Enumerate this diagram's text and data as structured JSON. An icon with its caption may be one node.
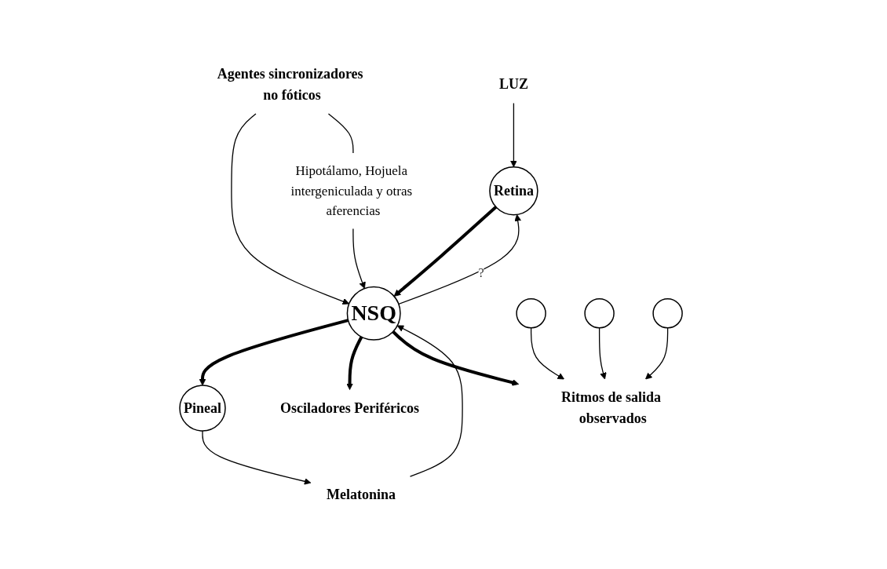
{
  "diagram": {
    "nodes": [
      {
        "text": [
          "LUZ"
        ]
      },
      {
        "text": [
          "Retina"
        ]
      },
      {
        "text": [
          "NSQ"
        ]
      },
      {
        "text": [
          "Agentes sincronizadores no fóticos"
        ]
      },
      {
        "text": [
          "Hipotálamo, Hojuela intergeniculada y otras aferencias"
        ]
      },
      {
        "text": [
          "Pineal"
        ]
      },
      {
        "text": [
          "Melatonina"
        ]
      },
      {
        "text": [
          "Osciladores Periféricos"
        ]
      },
      {
        "text": [],
        "shape": "circle"
      },
      {
        "text": [],
        "shape": "circle"
      },
      {
        "text": [],
        "shape": "circle"
      },
      {
        "text": [
          "Ritmos de salida observados"
        ]
      }
    ],
    "edges": [
      {
        "from": 0,
        "to": 1,
        "arrow": "to"
      },
      {
        "from": 3,
        "to": 2,
        "arrow": "to"
      },
      {
        "from": 3,
        "to": 4,
        "arrow": "none"
      },
      {
        "from": 4,
        "to": 2,
        "arrow": "to"
      },
      {
        "from": 1,
        "to": 2,
        "arrow": "to",
        "style": "thick"
      },
      {
        "from": 2,
        "to": 1,
        "arrow": "to",
        "label": "?"
      },
      {
        "from": 2,
        "to": 5,
        "arrow": "to",
        "style": "thick"
      },
      {
        "from": 2,
        "to": 7,
        "arrow": "to",
        "style": "thick"
      },
      {
        "from": 2,
        "to": 11,
        "arrow": "to",
        "style": "thick"
      },
      {
        "from": 5,
        "to": 6,
        "arrow": "to"
      },
      {
        "from": 6,
        "to": 2,
        "arrow": "to"
      },
      {
        "from": 8,
        "to": 11,
        "arrow": "to"
      },
      {
        "from": 9,
        "to": 11,
        "arrow": "to"
      },
      {
        "from": 10,
        "to": 11,
        "arrow": "to"
      }
    ]
  }
}
